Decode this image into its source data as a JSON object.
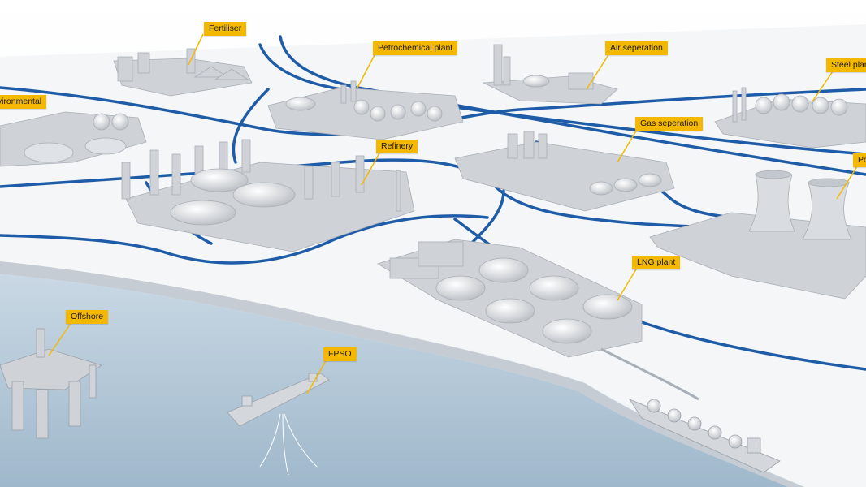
{
  "labels": {
    "fertiliser": "Fertiliser",
    "petrochemical": "Petrochemical  plant",
    "air_separation": "Air seperation",
    "steel": "Steel plant",
    "environmental": "Environmental",
    "gas_separation": "Gas seperation",
    "refinery": "Refinery",
    "power": "Power",
    "lng": "LNG plant",
    "offshore": "Offshore",
    "fpso": "FPSO"
  },
  "colors": {
    "label_bg": "#f5b800",
    "road": "#1f5ca8",
    "land": "#f2f4f7",
    "water": "#b4c8d8",
    "building": "#cfd3d8"
  }
}
